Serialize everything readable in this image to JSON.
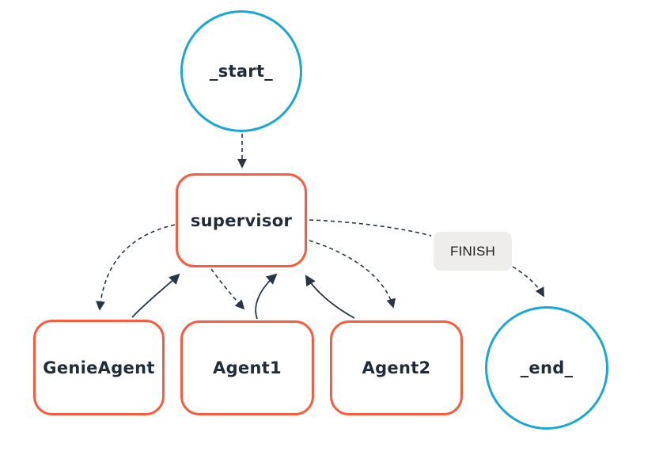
{
  "diagram": {
    "type": "agent-state-graph",
    "background": "#ffffff",
    "colors": {
      "circle_border": "#18a7d6",
      "rect_border": "#fa5b3d",
      "edge": "#263645",
      "node_text": "#1e2d3d",
      "edge_label_bg": "#efede9",
      "edge_label_text": "#1c1c1c"
    },
    "nodes": [
      {
        "id": "start",
        "label": "_start_",
        "shape": "circle"
      },
      {
        "id": "supervisor",
        "label": "supervisor",
        "shape": "rounded-rect"
      },
      {
        "id": "genieagent",
        "label": "GenieAgent",
        "shape": "rounded-rect"
      },
      {
        "id": "agent1",
        "label": "Agent1",
        "shape": "rounded-rect"
      },
      {
        "id": "agent2",
        "label": "Agent2",
        "shape": "rounded-rect"
      },
      {
        "id": "end",
        "label": "_end_",
        "shape": "circle"
      }
    ],
    "edge_label": {
      "text": "FINISH"
    },
    "edges": [
      {
        "from": "start",
        "to": "supervisor",
        "style": "dashed"
      },
      {
        "from": "supervisor",
        "to": "genieagent",
        "style": "dashed"
      },
      {
        "from": "supervisor",
        "to": "agent1",
        "style": "dashed"
      },
      {
        "from": "supervisor",
        "to": "agent2",
        "style": "dashed"
      },
      {
        "from": "supervisor",
        "to": "end",
        "style": "dashed",
        "label": "FINISH"
      },
      {
        "from": "genieagent",
        "to": "supervisor",
        "style": "solid"
      },
      {
        "from": "agent1",
        "to": "supervisor",
        "style": "solid"
      },
      {
        "from": "agent2",
        "to": "supervisor",
        "style": "solid"
      }
    ]
  }
}
